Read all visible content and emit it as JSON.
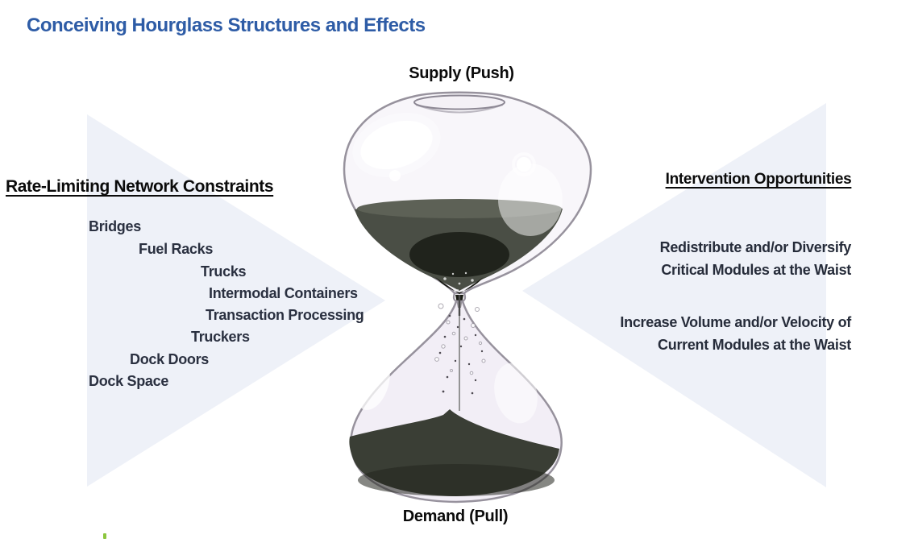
{
  "slide": {
    "title": "Conceiving Hourglass Structures and Effects"
  },
  "hourglass": {
    "top_label": "Supply (Push)",
    "bottom_label": "Demand (Pull)",
    "image": "hourglass-photo-clear-glass-dark-sand"
  },
  "left_panel": {
    "heading": "Rate-Limiting Network Constraints",
    "items": [
      "Bridges",
      "Fuel Racks",
      "Trucks",
      "Intermodal Containers",
      "Transaction Processing",
      "Truckers",
      "Dock Doors",
      "Dock Space"
    ]
  },
  "right_panel": {
    "heading": "Intervention Opportunities",
    "blocks": [
      {
        "lines": [
          "Redistribute and/or Diversify",
          "Critical Modules at the Waist"
        ]
      },
      {
        "lines": [
          "Increase Volume and/or Velocity of",
          "Current Modules at the Waist"
        ]
      }
    ]
  },
  "colors": {
    "title_blue": "#2e5ca6",
    "heading_text": "#0b0b0b",
    "body_text": "#2a3040",
    "triangle_fill": "#eef1f8",
    "sand_dark": "#3c4037",
    "sand_mid": "#565b50",
    "glass_tint": "#e9e3ee",
    "glass_outline": "#97929d",
    "accent_green": "#8cc63e"
  }
}
